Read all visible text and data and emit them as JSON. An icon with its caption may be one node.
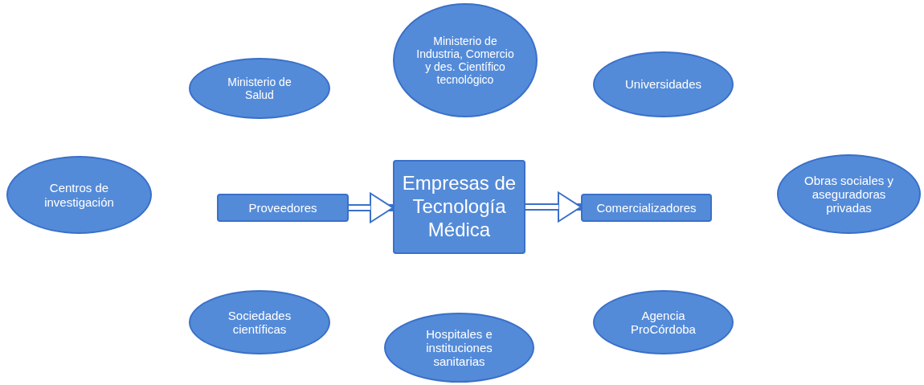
{
  "diagram": {
    "nodes": [
      {
        "text": [
          "Ministerio de Salud"
        ]
      },
      {
        "text": [
          "Ministerio de Industria, Comercio y des. Científico tecnológico"
        ]
      },
      {
        "text": [
          "Universidades"
        ]
      },
      {
        "text": [
          "Centros de investigación"
        ]
      },
      {
        "text": [
          "Proveedores"
        ]
      },
      {
        "text": [
          "Empresas de Tecnología Médica"
        ]
      },
      {
        "text": [
          "Comercializadores"
        ]
      },
      {
        "text": [
          "Obras sociales y aseguradoras privadas"
        ]
      },
      {
        "text": [
          "Sociedades científicas"
        ]
      },
      {
        "text": [
          "Hospitales e instituciones sanitarias"
        ]
      },
      {
        "text": [
          "Agencia ProCórdoba"
        ]
      }
    ],
    "edges": [
      {
        "from": 4,
        "to": 5,
        "arrow": "to"
      },
      {
        "from": 5,
        "to": 6,
        "arrow": "to"
      }
    ]
  }
}
